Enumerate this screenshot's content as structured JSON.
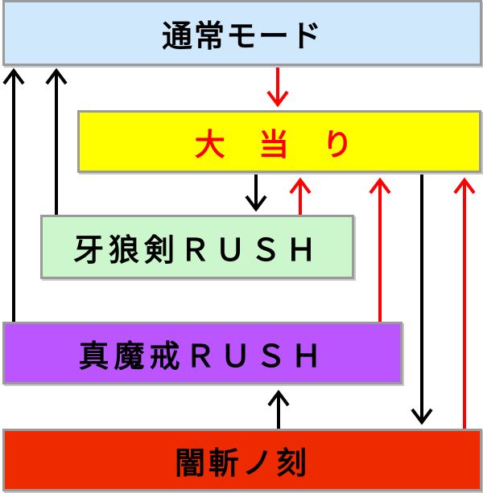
{
  "nodes": {
    "normal_mode": "通常モード",
    "jackpot": "大 当 り",
    "garo_rush": "牙狼剣ＲＵＳＨ",
    "shinma_rush": "真魔戒ＲＵＳＨ",
    "yami_time": "闇斬ノ刻"
  },
  "colors": {
    "normal_mode_bg": "#cfe8fb",
    "jackpot_bg": "#ffff00",
    "jackpot_text": "#ff0000",
    "garo_rush_bg": "#ccf7cc",
    "shinma_rush_bg": "#bb55ff",
    "yami_time_bg": "#ee2a00",
    "border": "#9a9a9a",
    "arrow_black": "#000000",
    "arrow_red": "#ff0000"
  }
}
